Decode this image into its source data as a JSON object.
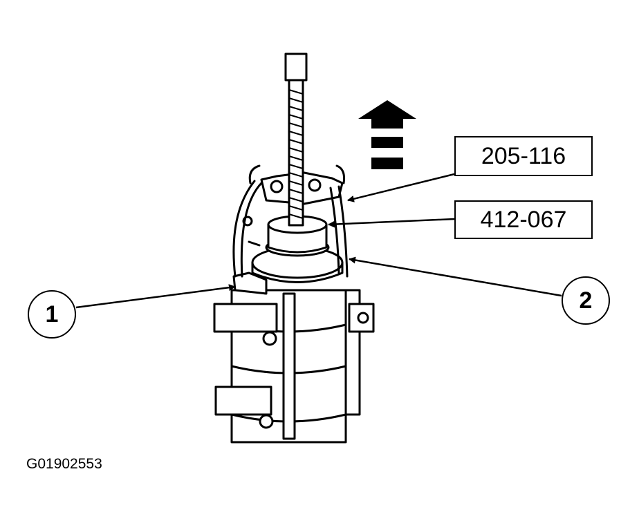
{
  "callouts": {
    "tool_1": "205-116",
    "tool_2": "412-067",
    "item_1": "1",
    "item_2": "2"
  },
  "figure_id": "G01902553",
  "colors": {
    "ink": "#000000",
    "paper": "#ffffff"
  }
}
